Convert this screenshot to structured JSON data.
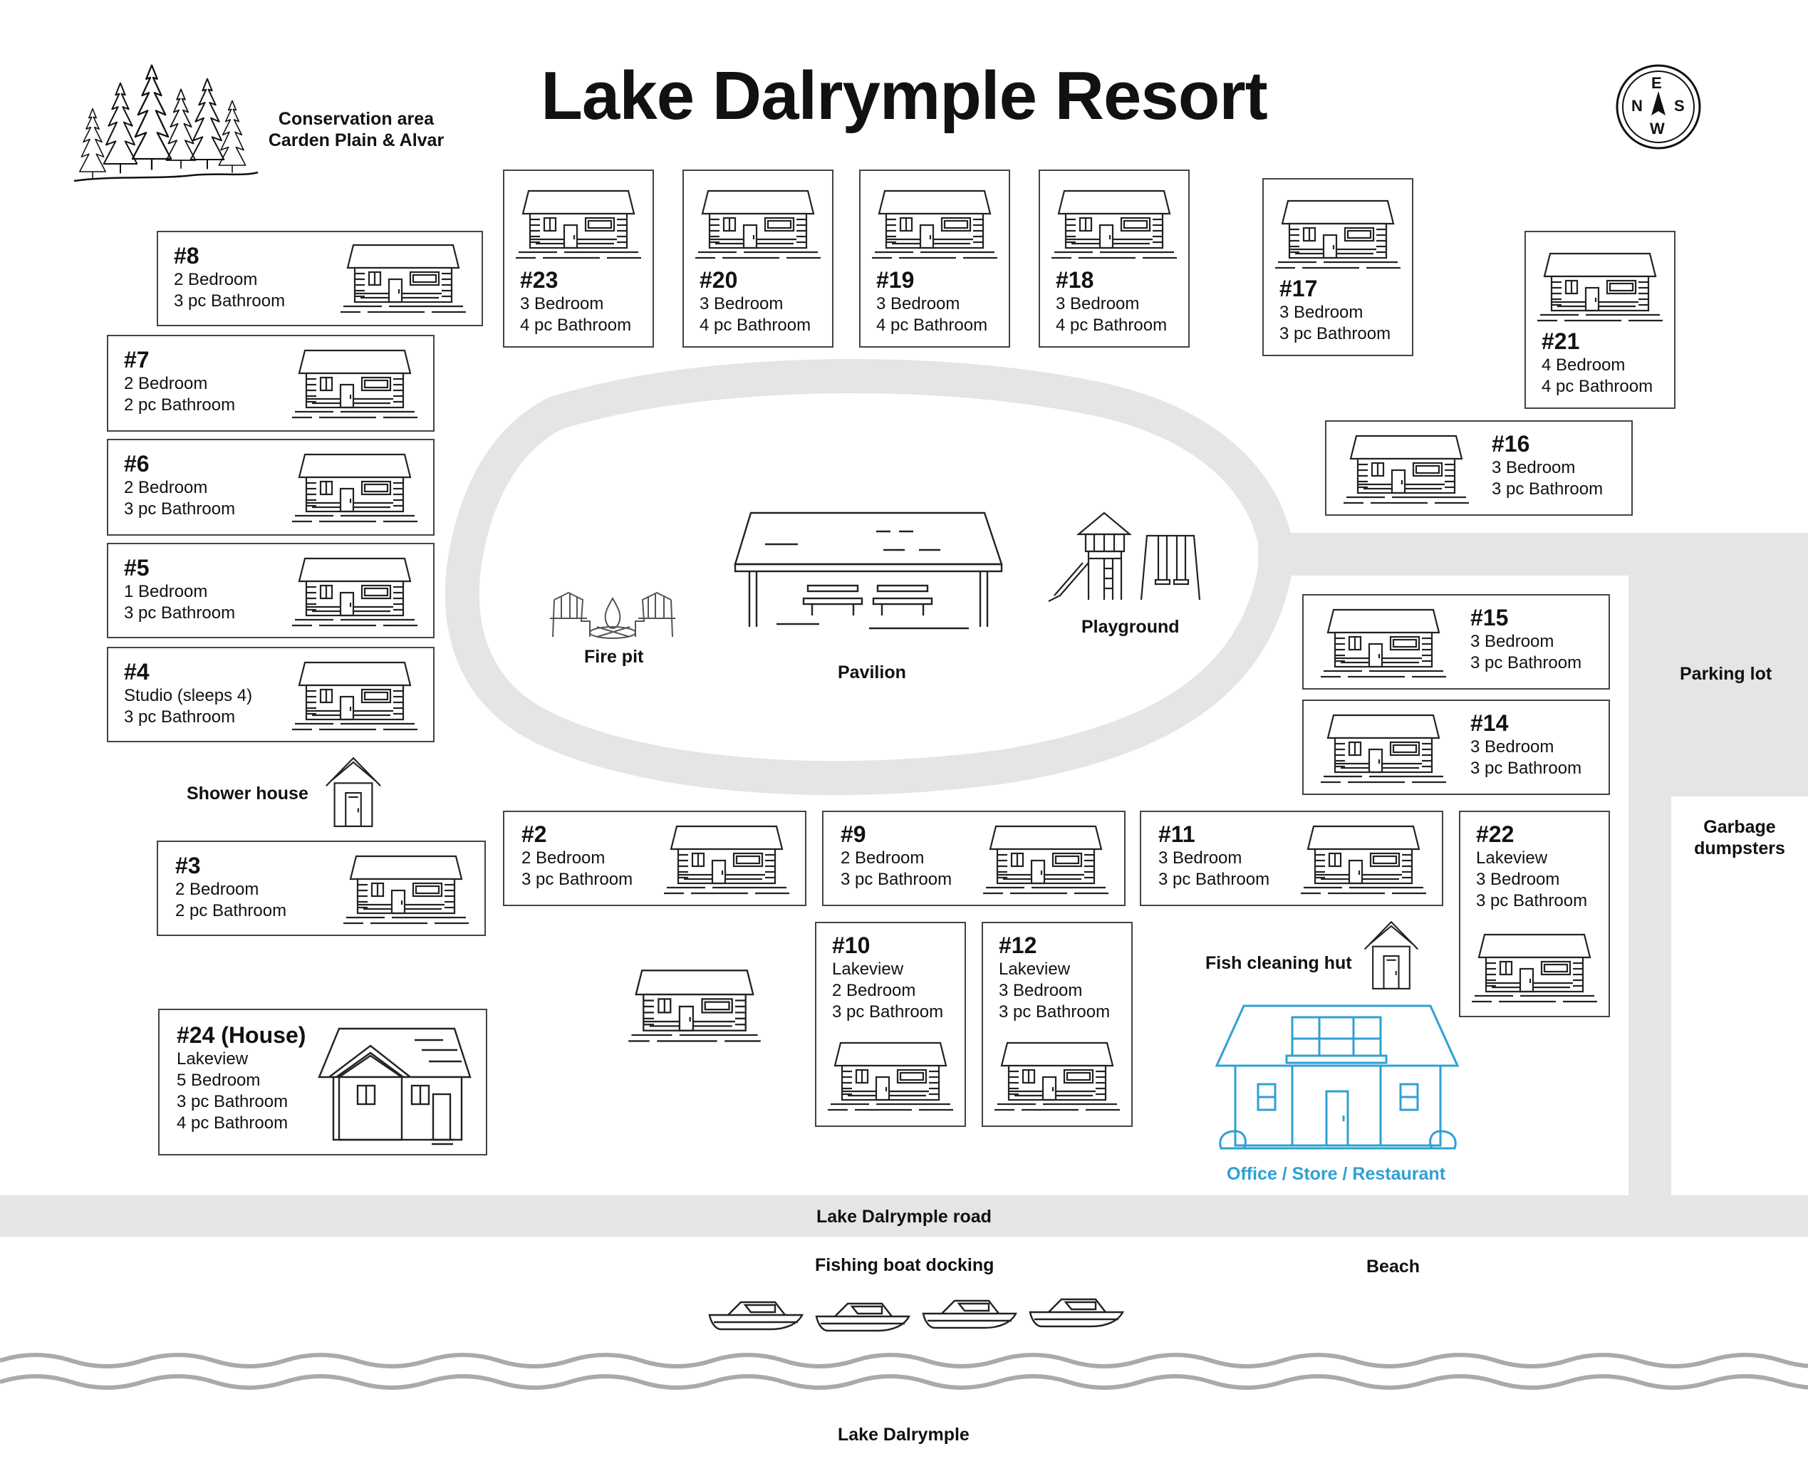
{
  "title": "Lake Dalrymple Resort",
  "compass": {
    "n": "N",
    "e": "E",
    "s": "S",
    "w": "W"
  },
  "conservation": {
    "line1": "Conservation area",
    "line2": "Carden Plain & Alvar"
  },
  "places": {
    "fire_pit": "Fire pit",
    "pavilion": "Pavilion",
    "playground": "Playground",
    "parking_lot": "Parking lot",
    "garbage_line1": "Garbage",
    "garbage_line2": "dumpsters",
    "shower_house": "Shower house",
    "fish_cleaning_hut": "Fish cleaning hut",
    "office": "Office / Store / Restaurant",
    "road": "Lake Dalrymple road",
    "boat_docking": "Fishing boat docking",
    "beach": "Beach",
    "lake": "Lake Dalrymple"
  },
  "colors": {
    "road": "#e5e5e5",
    "office": "#2fa0d4",
    "line": "#222222"
  },
  "cabins": [
    {
      "id": "c8",
      "number": "#8",
      "lines": [
        "2 Bedroom",
        "3 pc Bathroom"
      ]
    },
    {
      "id": "c7",
      "number": "#7",
      "lines": [
        "2 Bedroom",
        "2 pc Bathroom"
      ]
    },
    {
      "id": "c6",
      "number": "#6",
      "lines": [
        "2 Bedroom",
        "3 pc Bathroom"
      ]
    },
    {
      "id": "c5",
      "number": "#5",
      "lines": [
        "1 Bedroom",
        "3 pc Bathroom"
      ]
    },
    {
      "id": "c4",
      "number": "#4",
      "lines": [
        "Studio (sleeps 4)",
        "3 pc Bathroom"
      ]
    },
    {
      "id": "c3",
      "number": "#3",
      "lines": [
        "2 Bedroom",
        "2 pc Bathroom"
      ]
    },
    {
      "id": "c24",
      "number": "#24 (House)",
      "lines": [
        "Lakeview",
        "5 Bedroom",
        "3 pc Bathroom",
        "4 pc Bathroom"
      ]
    },
    {
      "id": "c23",
      "number": "#23",
      "lines": [
        "3 Bedroom",
        "4 pc Bathroom"
      ]
    },
    {
      "id": "c20",
      "number": "#20",
      "lines": [
        "3 Bedroom",
        "4 pc Bathroom"
      ]
    },
    {
      "id": "c19",
      "number": "#19",
      "lines": [
        "3 Bedroom",
        "4 pc Bathroom"
      ]
    },
    {
      "id": "c18",
      "number": "#18",
      "lines": [
        "3 Bedroom",
        "4 pc Bathroom"
      ]
    },
    {
      "id": "c17",
      "number": "#17",
      "lines": [
        "3 Bedroom",
        "3 pc Bathroom"
      ]
    },
    {
      "id": "c21",
      "number": "#21",
      "lines": [
        "4 Bedroom",
        "4 pc Bathroom"
      ]
    },
    {
      "id": "c16",
      "number": "#16",
      "lines": [
        "3 Bedroom",
        "3 pc Bathroom"
      ]
    },
    {
      "id": "c15",
      "number": "#15",
      "lines": [
        "3 Bedroom",
        "3 pc Bathroom"
      ]
    },
    {
      "id": "c14",
      "number": "#14",
      "lines": [
        "3 Bedroom",
        "3 pc Bathroom"
      ]
    },
    {
      "id": "c2",
      "number": "#2",
      "lines": [
        "2 Bedroom",
        "3 pc Bathroom"
      ]
    },
    {
      "id": "c9",
      "number": "#9",
      "lines": [
        "2 Bedroom",
        "3 pc Bathroom"
      ]
    },
    {
      "id": "c11",
      "number": "#11",
      "lines": [
        "3 Bedroom",
        "3 pc Bathroom"
      ]
    },
    {
      "id": "c22",
      "number": "#22",
      "lines": [
        "Lakeview",
        "3 Bedroom",
        "3 pc Bathroom"
      ]
    },
    {
      "id": "c10",
      "number": "#10",
      "lines": [
        "Lakeview",
        "2 Bedroom",
        "3 pc Bathroom"
      ]
    },
    {
      "id": "c12",
      "number": "#12",
      "lines": [
        "Lakeview",
        "3 Bedroom",
        "3 pc Bathroom"
      ]
    }
  ]
}
